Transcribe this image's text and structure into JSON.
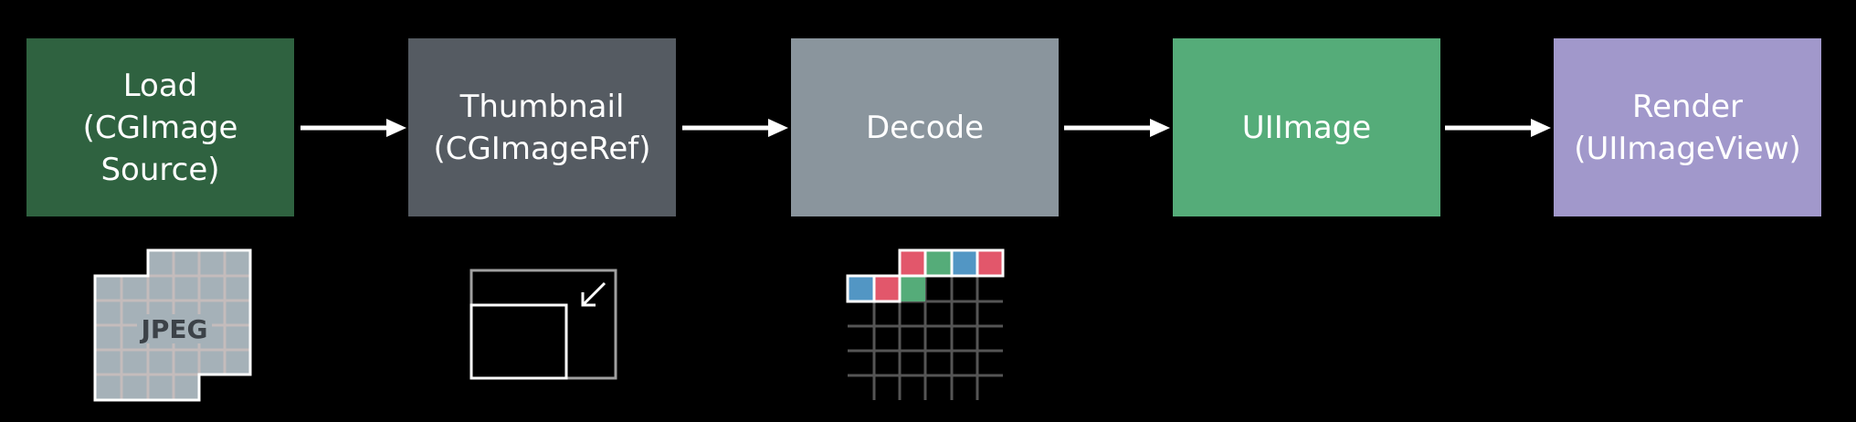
{
  "pipeline": {
    "stages": [
      {
        "id": "load",
        "label": "Load\n(CGImage\nSource)",
        "color": "#2f6240"
      },
      {
        "id": "thumbnail",
        "label": "Thumbnail\n(CGImageRef)",
        "color": "#555b62"
      },
      {
        "id": "decode",
        "label": "Decode",
        "color": "#8a959d"
      },
      {
        "id": "uiimage",
        "label": "UIImage",
        "color": "#55ac79"
      },
      {
        "id": "render",
        "label": "Render\n(UIImageView)",
        "color": "#a198cb"
      }
    ]
  },
  "illustrations": {
    "jpeg": {
      "text": "JPEG",
      "icon": "jpeg-file-icon",
      "fill": "#a5b1b8",
      "grid": "#c4bcbc"
    },
    "thumbnail": {
      "icon": "thumbnail-scale-icon"
    },
    "decode": {
      "icon": "decoded-pixel-buffer-icon",
      "colors": [
        "#5296c4",
        "#e2576b",
        "#55ac79"
      ]
    }
  }
}
